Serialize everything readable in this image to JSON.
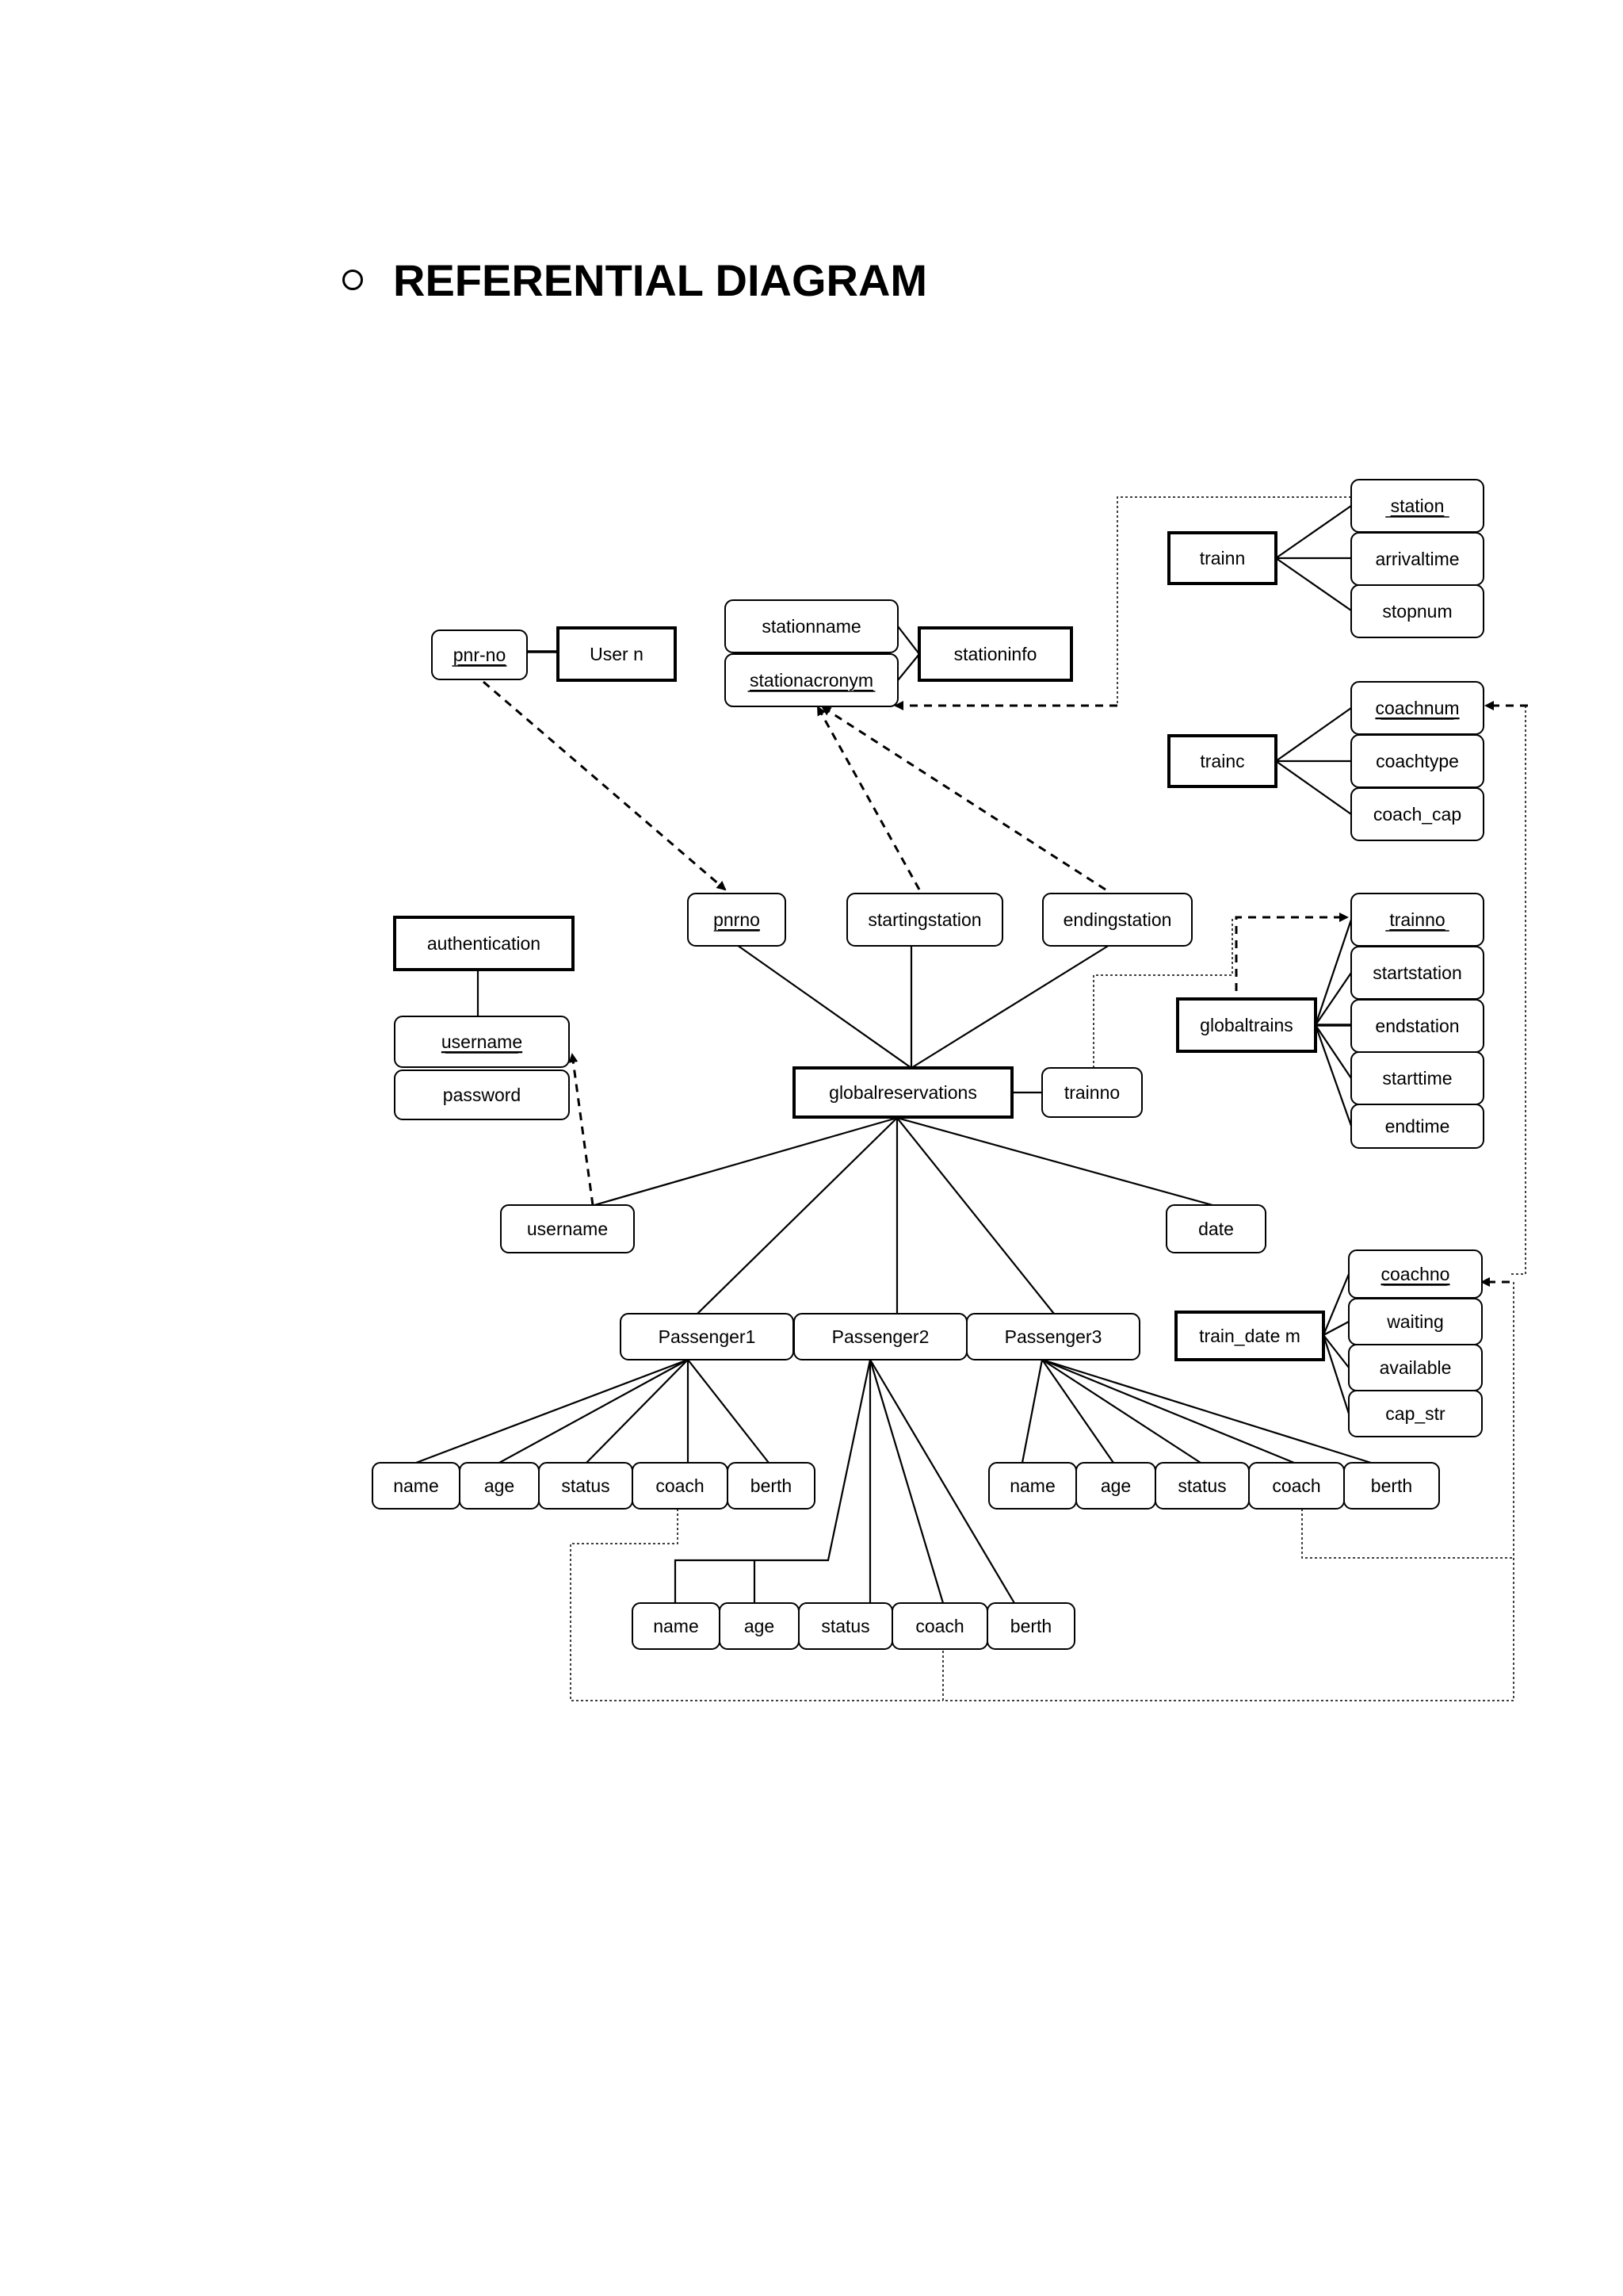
{
  "title": {
    "text": "REFERENTIAL DIAGRAM"
  },
  "nodes": {
    "pnr_no": "pnr-no",
    "user_n": "User n",
    "stationname": "stationname",
    "stationacronym": "stationacronym",
    "stationinfo": "stationinfo",
    "trainn": "trainn",
    "station": "station",
    "arrivaltime": "arrivaltime",
    "stopnum": "stopnum",
    "trainc": "trainc",
    "coachnum": "coachnum",
    "coachtype": "coachtype",
    "coach_cap": "coach_cap",
    "authentication": "authentication",
    "auth_username": "username",
    "auth_password": "password",
    "pnrno": "pnrno",
    "startingstation": "startingstation",
    "endingstation": "endingstation",
    "globalreservations": "globalreservations",
    "gr_trainno": "trainno",
    "globaltrains": "globaltrains",
    "gt_trainno": "trainno",
    "startstation": "startstation",
    "endstation": "endstation",
    "starttime": "starttime",
    "endtime": "endtime",
    "gr_username": "username",
    "gr_date": "date",
    "train_date_m": "train_date m",
    "coachno": "coachno",
    "waiting": "waiting",
    "available": "available",
    "cap_str": "cap_str",
    "passenger1": "Passenger1",
    "passenger2": "Passenger2",
    "passenger3": "Passenger3",
    "p1_name": "name",
    "p1_age": "age",
    "p1_status": "status",
    "p1_coach": "coach",
    "p1_berth": "berth",
    "p2_name": "name",
    "p2_age": "age",
    "p2_status": "status",
    "p2_coach": "coach",
    "p2_berth": "berth",
    "p3_name": "name",
    "p3_age": "age",
    "p3_status": "status",
    "p3_coach": "coach",
    "p3_berth": "berth"
  },
  "underlined": [
    "pnr_no",
    "stationacronym",
    "station",
    "coachnum",
    "auth_username",
    "pnrno",
    "gt_trainno",
    "coachno"
  ]
}
